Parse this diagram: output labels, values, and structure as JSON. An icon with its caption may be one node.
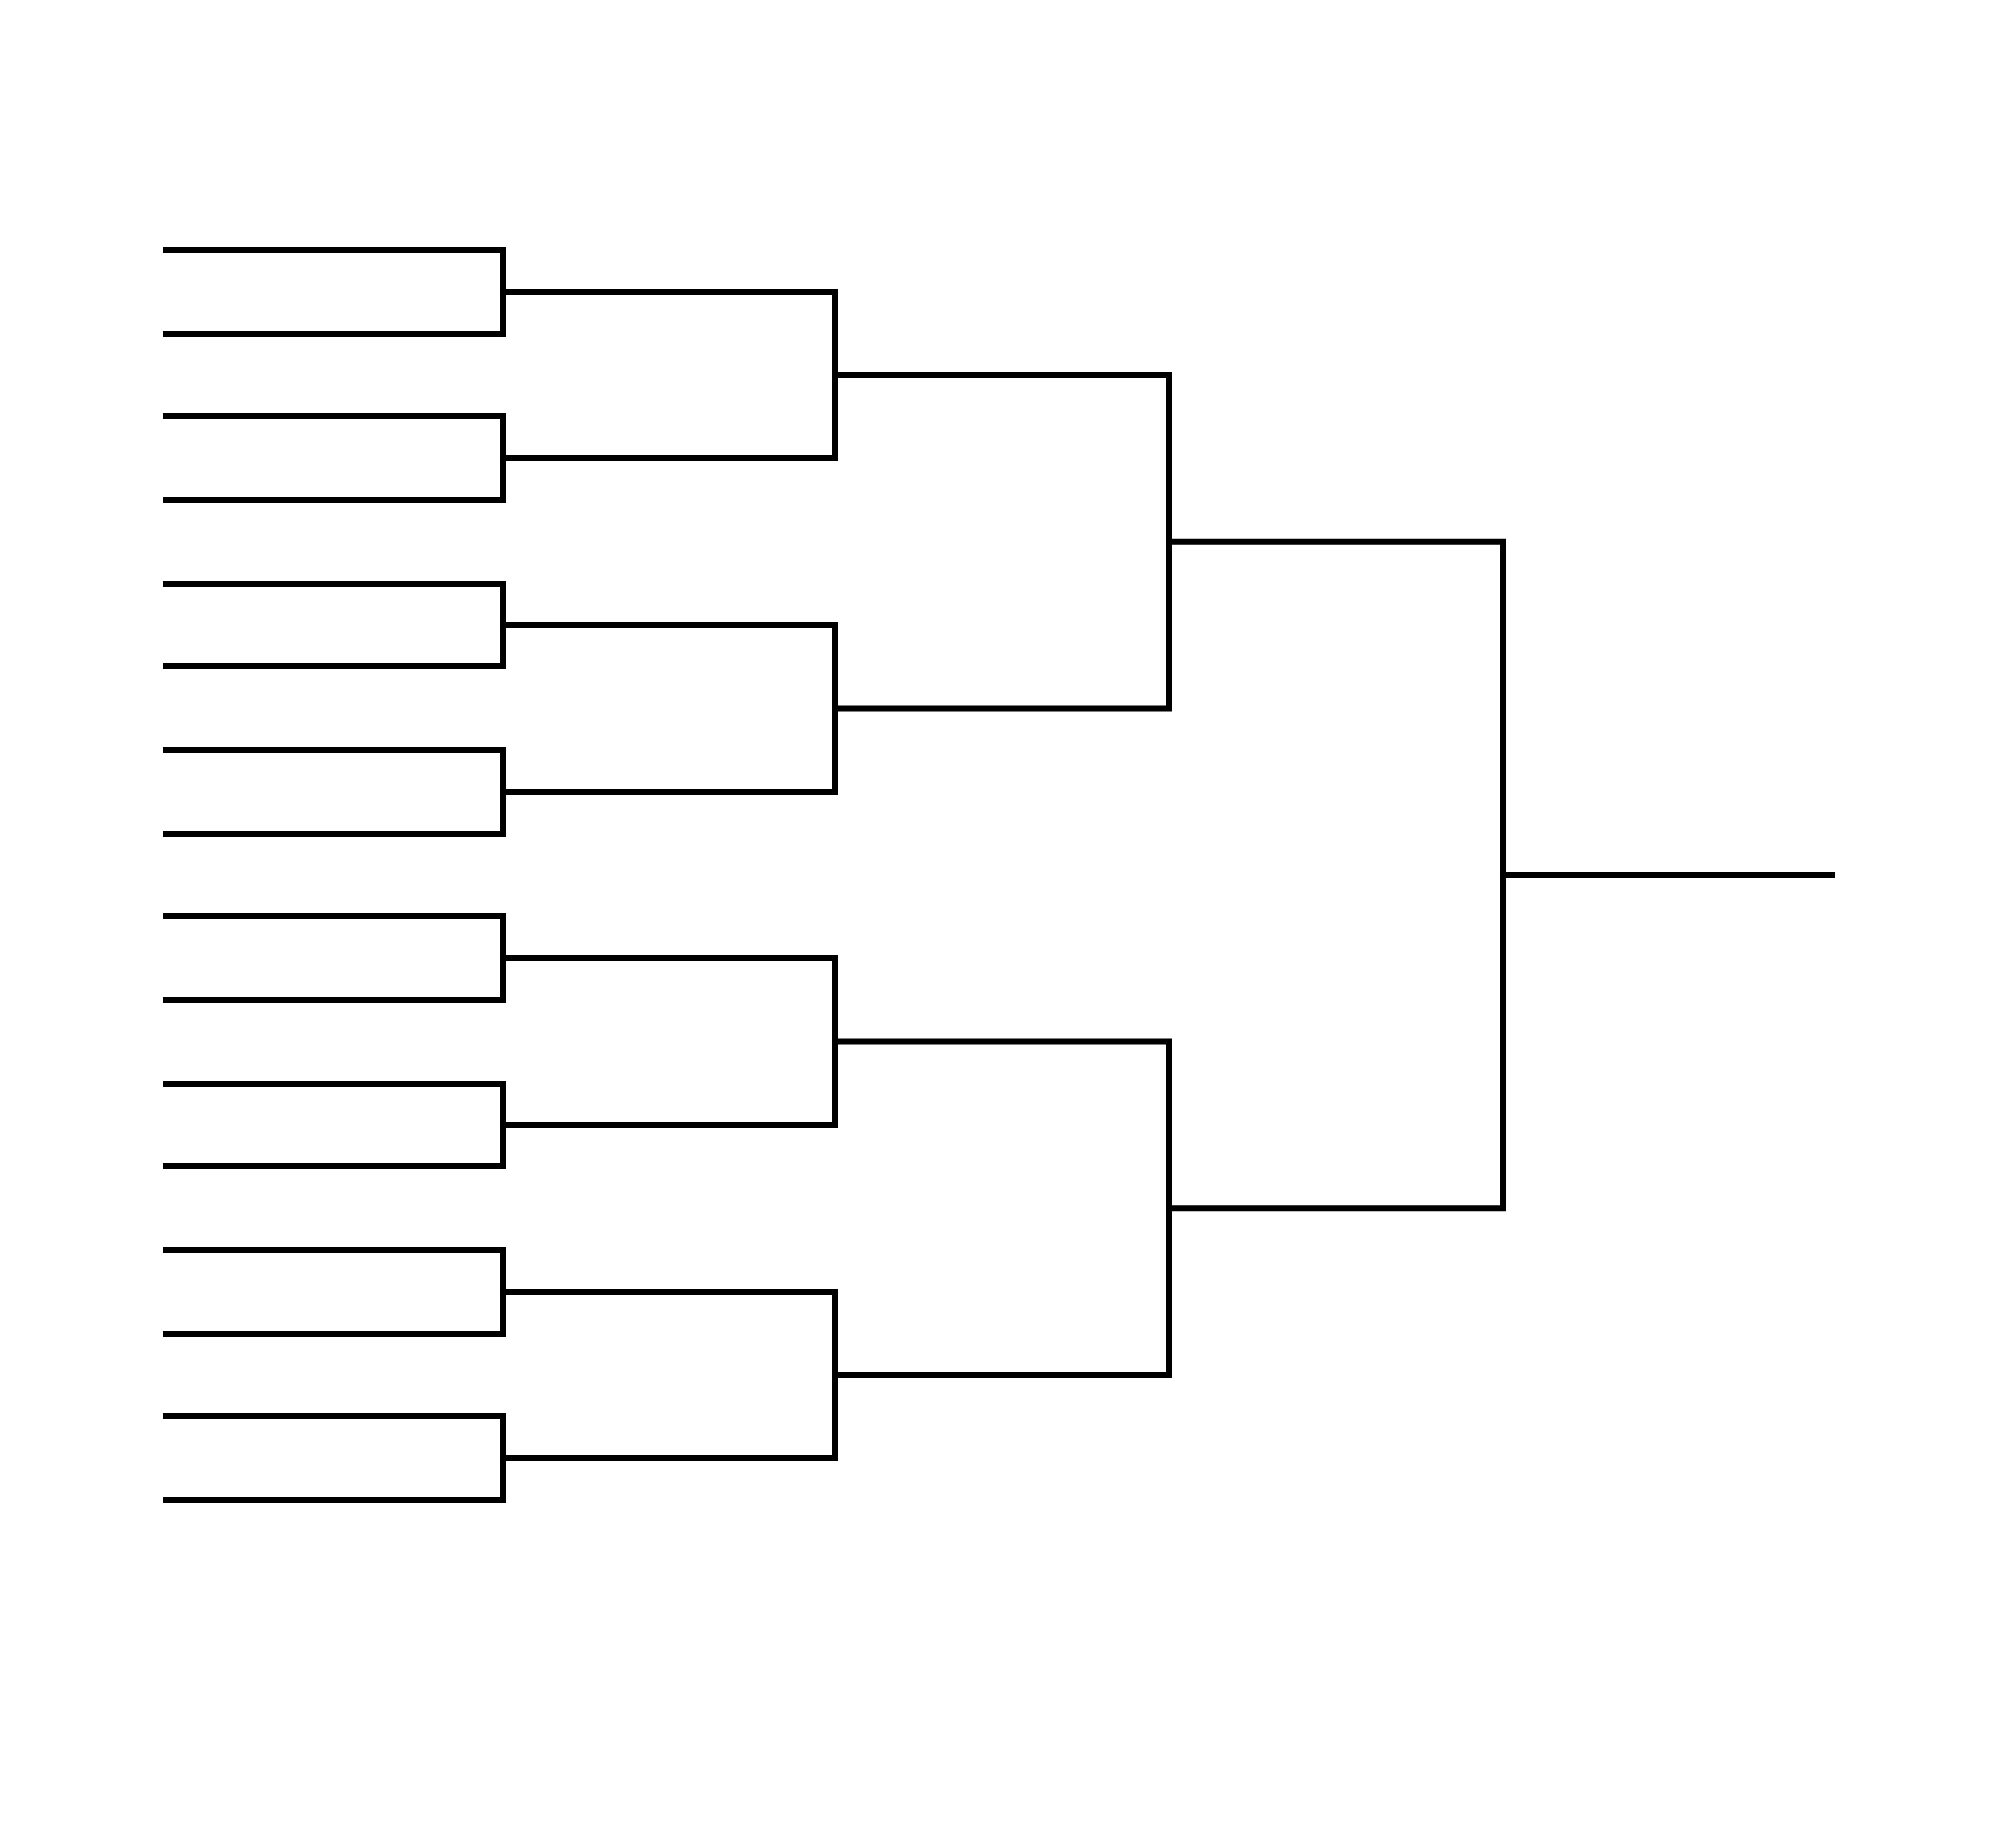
{
  "diagram": {
    "nodes": [
      {
        "text": [],
        "shape": "line"
      },
      {
        "text": [],
        "shape": "line"
      },
      {
        "text": [],
        "shape": "line"
      },
      {
        "text": [],
        "shape": "line"
      },
      {
        "text": [],
        "shape": "line"
      },
      {
        "text": [],
        "shape": "line"
      },
      {
        "text": [],
        "shape": "line"
      },
      {
        "text": [],
        "shape": "line"
      },
      {
        "text": [],
        "shape": "line"
      },
      {
        "text": [],
        "shape": "line"
      },
      {
        "text": [],
        "shape": "line"
      },
      {
        "text": [],
        "shape": "line"
      },
      {
        "text": [],
        "shape": "line"
      },
      {
        "text": [],
        "shape": "line"
      },
      {
        "text": [],
        "shape": "line"
      },
      {
        "text": [],
        "shape": "line"
      },
      {
        "text": [],
        "shape": "line"
      },
      {
        "text": [],
        "shape": "line"
      },
      {
        "text": [],
        "shape": "line"
      },
      {
        "text": [],
        "shape": "line"
      },
      {
        "text": [],
        "shape": "line"
      },
      {
        "text": [],
        "shape": "line"
      },
      {
        "text": [],
        "shape": "line"
      },
      {
        "text": [],
        "shape": "line"
      },
      {
        "text": [],
        "shape": "line"
      },
      {
        "text": [],
        "shape": "line"
      },
      {
        "text": [],
        "shape": "line"
      },
      {
        "text": [],
        "shape": "line"
      },
      {
        "text": [],
        "shape": "line"
      },
      {
        "text": [],
        "shape": "line"
      },
      {
        "text": [],
        "shape": "line"
      }
    ],
    "edges": [
      {
        "from": 0,
        "to": 16,
        "arrow": "none"
      },
      {
        "from": 1,
        "to": 16,
        "arrow": "none"
      },
      {
        "from": 2,
        "to": 17,
        "arrow": "none"
      },
      {
        "from": 3,
        "to": 17,
        "arrow": "none"
      },
      {
        "from": 4,
        "to": 18,
        "arrow": "none"
      },
      {
        "from": 5,
        "to": 18,
        "arrow": "none"
      },
      {
        "from": 6,
        "to": 19,
        "arrow": "none"
      },
      {
        "from": 7,
        "to": 19,
        "arrow": "none"
      },
      {
        "from": 8,
        "to": 20,
        "arrow": "none"
      },
      {
        "from": 9,
        "to": 20,
        "arrow": "none"
      },
      {
        "from": 10,
        "to": 21,
        "arrow": "none"
      },
      {
        "from": 11,
        "to": 21,
        "arrow": "none"
      },
      {
        "from": 12,
        "to": 22,
        "arrow": "none"
      },
      {
        "from": 13,
        "to": 22,
        "arrow": "none"
      },
      {
        "from": 14,
        "to": 23,
        "arrow": "none"
      },
      {
        "from": 15,
        "to": 23,
        "arrow": "none"
      },
      {
        "from": 16,
        "to": 24,
        "arrow": "none"
      },
      {
        "from": 17,
        "to": 24,
        "arrow": "none"
      },
      {
        "from": 18,
        "to": 25,
        "arrow": "none"
      },
      {
        "from": 19,
        "to": 25,
        "arrow": "none"
      },
      {
        "from": 20,
        "to": 26,
        "arrow": "none"
      },
      {
        "from": 21,
        "to": 26,
        "arrow": "none"
      },
      {
        "from": 22,
        "to": 27,
        "arrow": "none"
      },
      {
        "from": 23,
        "to": 27,
        "arrow": "none"
      },
      {
        "from": 24,
        "to": 28,
        "arrow": "none"
      },
      {
        "from": 25,
        "to": 28,
        "arrow": "none"
      },
      {
        "from": 26,
        "to": 29,
        "arrow": "none"
      },
      {
        "from": 27,
        "to": 29,
        "arrow": "none"
      },
      {
        "from": 28,
        "to": 30,
        "arrow": "none"
      },
      {
        "from": 29,
        "to": 30,
        "arrow": "none"
      }
    ]
  }
}
